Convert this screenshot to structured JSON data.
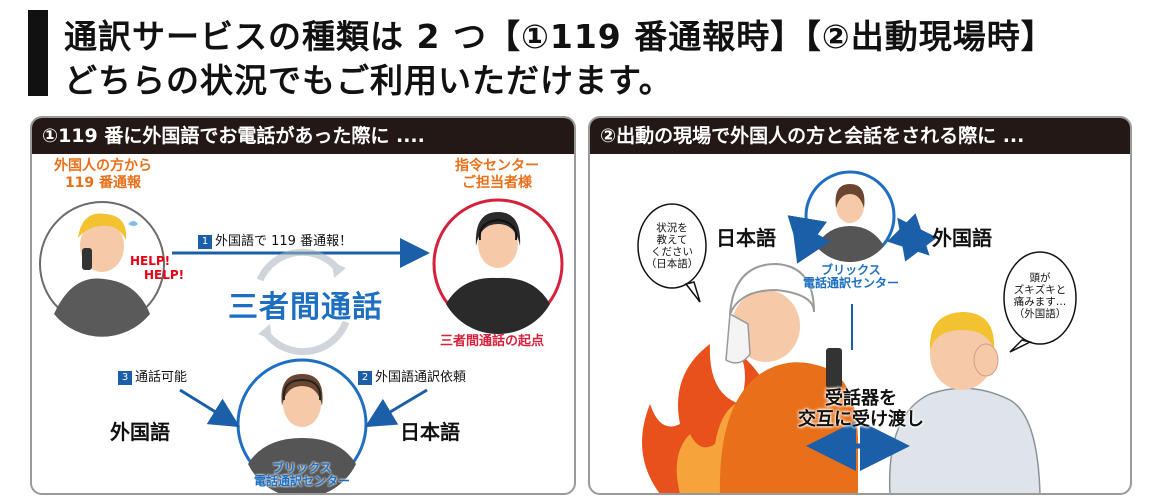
{
  "headline": {
    "line1": "通訳サービスの種類は 2 つ【①119 番通報時】【②出動現場時】",
    "line2": "どちらの状況でもご利用いただけます。"
  },
  "panel_left": {
    "title": "①119 番に外国語でお電話があった際に ....",
    "caller_label_1": "外国人の方から",
    "caller_label_2": "119 番通報",
    "dispatcher_label_1": "指令センター",
    "dispatcher_label_2": "ご担当者様",
    "help_1": "HELP!",
    "help_2": "HELP!",
    "step1_num": "1",
    "step1_text": "外国語で 119 番通報！",
    "step2_num": "2",
    "step2_text": "外国語通訳依頼",
    "step3_num": "3",
    "step3_text": "通話可能",
    "three_way": "三者間通話",
    "origin_caption": "三者間通話の起点",
    "lang_foreign": "外国語",
    "lang_japanese": "日本語",
    "center_name_1": "ブリックス",
    "center_name_2": "電話通訳センター"
  },
  "panel_right": {
    "title": "②出動の現場で外国人の方と会話をされる際に ...",
    "lang_japanese": "日本語",
    "lang_foreign": "外国語",
    "center_name_1": "ブリックス",
    "center_name_2": "電話通訳センター",
    "bubble_left": [
      "状況を",
      "教えて",
      "ください",
      "（日本語）"
    ],
    "bubble_right": [
      "頭が",
      "ズキズキと",
      "痛みます…",
      "（外国語）"
    ],
    "handover_1": "受話器を",
    "handover_2": "交互に受け渡し"
  },
  "colors": {
    "accent_blue": "#1f6fc0",
    "accent_orange": "#e8701a",
    "accent_red": "#d6213c",
    "title_bar": "#231815"
  }
}
